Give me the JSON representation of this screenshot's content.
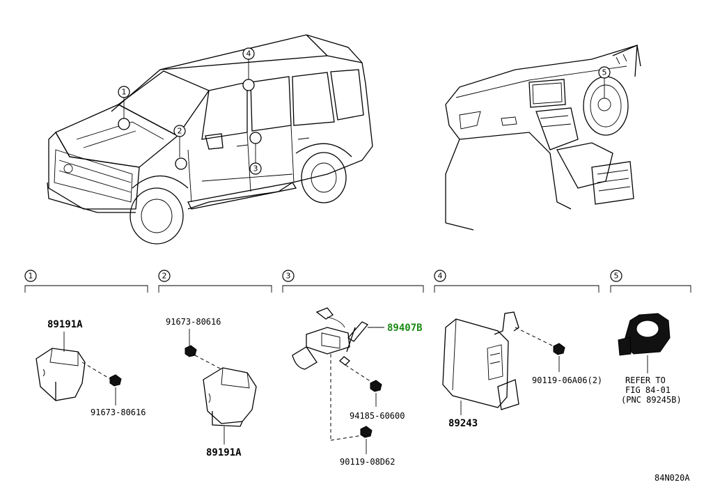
{
  "callouts": {
    "c1": "1",
    "c2": "2",
    "c3": "3",
    "c4": "4",
    "c5": "5"
  },
  "sections": [
    {
      "index": "1"
    },
    {
      "index": "2"
    },
    {
      "index": "3"
    },
    {
      "index": "4"
    },
    {
      "index": "5"
    }
  ],
  "parts": {
    "s1_main": "89191A",
    "s1_bolt": "91673-80616",
    "s2_bolt": "91673-80616",
    "s2_main": "89191A",
    "s3_main": "89407B",
    "s3_nut": "94185-60600",
    "s3_bolt": "90119-08D62",
    "s4_bolt": "90119-06A06(2)",
    "s4_main": "89243",
    "s5_ref1": "REFER TO",
    "s5_ref2": "FIG 84-01",
    "s5_ref3": "(PNC 89245B)"
  },
  "figure_code": "84N020A"
}
